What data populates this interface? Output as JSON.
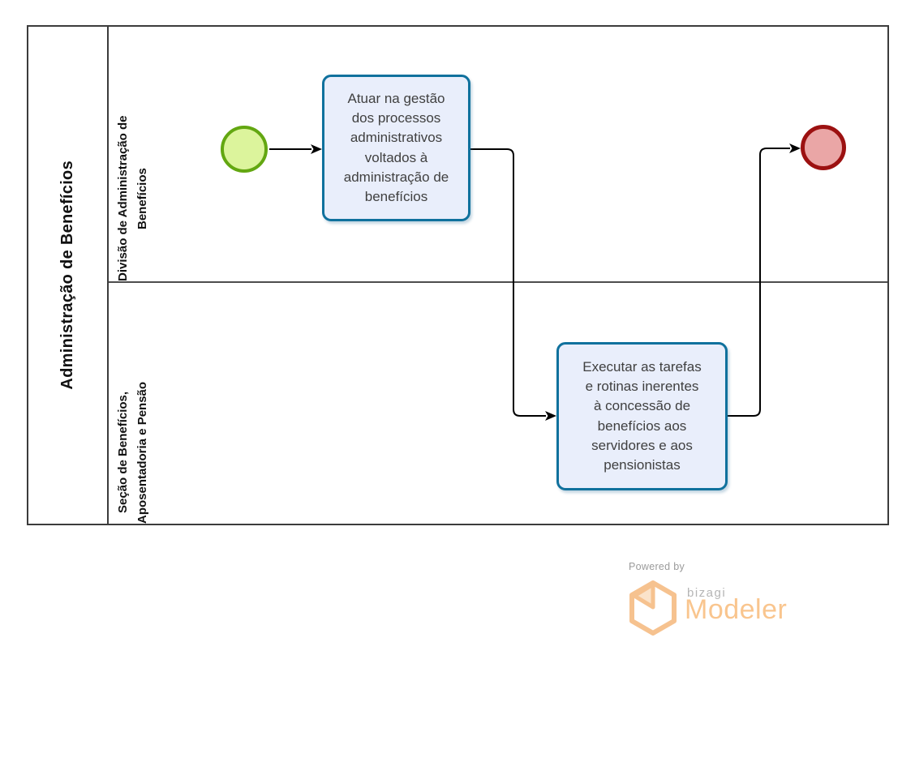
{
  "pool": {
    "title": "Administração de Benefícios",
    "lanes": [
      {
        "label": "Divisão de Administração de\nBenefícios"
      },
      {
        "label": "Seção de Benefícios,\nAposentadoria e Pensão"
      }
    ]
  },
  "tasks": [
    {
      "text": "Atuar na gestão\ndos processos\nadministrativos\nvoltados à\nadministração de\nbenefícios"
    },
    {
      "text": "Executar as tarefas\ne rotinas inerentes\nà concessão de\nbenefícios aos\nservidores e aos\npensionistas"
    }
  ],
  "events": {
    "start": {
      "type": "start-event"
    },
    "end": {
      "type": "end-event"
    }
  },
  "branding": {
    "powered_by": "Powered by",
    "brand": "bizagi",
    "product": "Modeler"
  },
  "colors": {
    "task_border": "#10719d",
    "task_fill": "#e9eefb",
    "start_event_border": "#63a711",
    "start_event_fill": "#dcf49c",
    "end_event_border": "#9c1111",
    "end_event_fill": "#eaa6a6",
    "flow_line": "#000000",
    "pool_border": "#3c3c3c",
    "lane_divider": "#4d4d4d",
    "task_text": "#404040",
    "brand_orange": "#f9c58e",
    "brand_gray": "#9b9b9b",
    "brand_light_gray": "#b5b5b5"
  }
}
